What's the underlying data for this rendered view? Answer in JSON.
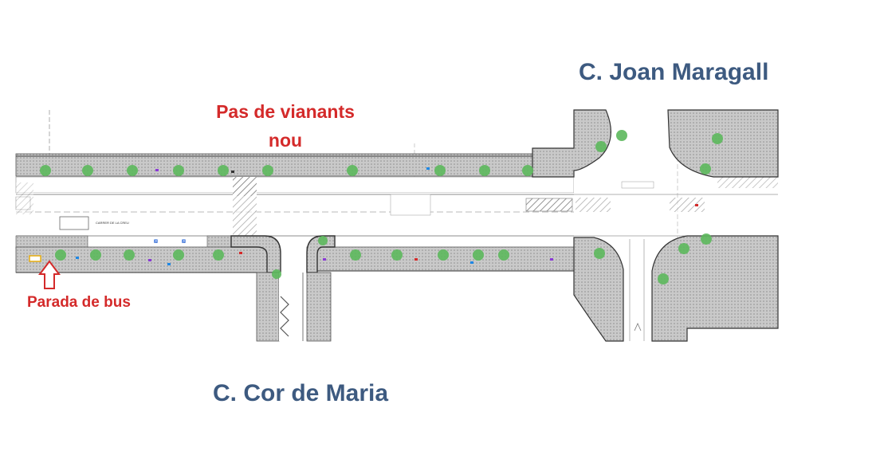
{
  "labels": {
    "street_top": "C. Joan Maragall",
    "street_bottom": "C. Cor de Maria",
    "crossing_line1": "Pas de vianants",
    "crossing_line2": "nou",
    "bus_stop": "Parada de bus"
  },
  "colors": {
    "street_label": "#3d5a80",
    "annotation": "#d42a2a",
    "sidewalk": "#c8c8c8",
    "tree": "#5cb85c"
  },
  "icons": {
    "bus_arrow": "outlined-up-arrow-icon",
    "tree": "tree-icon",
    "accessible_parking": "wheelchair-icon"
  }
}
